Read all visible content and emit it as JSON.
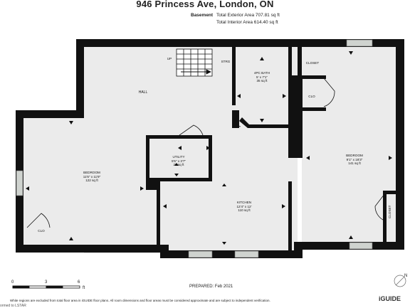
{
  "header": {
    "address": "946 Princess Ave, London, ON",
    "level": "Basement",
    "exterior_area": "Total Exterior Area 707.81 sq ft",
    "interior_area": "Total Interior Area 614.40 sq ft"
  },
  "rooms": {
    "hall": "HALL",
    "stairs_up": "UP",
    "storage": "STRG",
    "bath_name": "4PC BATH",
    "bath_dims": "5' x 7'1\"",
    "bath_area": "35 sq ft",
    "closet_top": "CLOSET",
    "clo_right": "CLO",
    "utility_name": "UTILITY",
    "utility_dims": "5'5\" x 3'7\"",
    "utility_area": "20 sq ft",
    "bedroom_left_name": "BEDROOM",
    "bedroom_left_dims": "11'5\" x 11'9\"",
    "bedroom_left_area": "122 sq ft",
    "clo_left": "CLO",
    "kitchen_name": "KITCHEN",
    "kitchen_dims": "12'4\" x 12'",
    "kitchen_area": "110 sq ft",
    "bedroom_right_name": "BEDROOM",
    "bedroom_right_dims": "9'1\" x 18'3\"",
    "bedroom_right_area": "141 sq ft",
    "closet_right": "CLOSET"
  },
  "scale": {
    "t0": "0",
    "t1": "3",
    "t2": "6",
    "unit": "ft"
  },
  "prepared": "PREPARED: Feb 2021",
  "disclaimer": "White regions are excluded from total floor area in iGUIDE floor plans. All room dimensions and floor areas must be considered approximate and are subject to independent verification.",
  "brand": "iGUIDE",
  "watermark": "ormed to LSTAR",
  "compass": "N"
}
